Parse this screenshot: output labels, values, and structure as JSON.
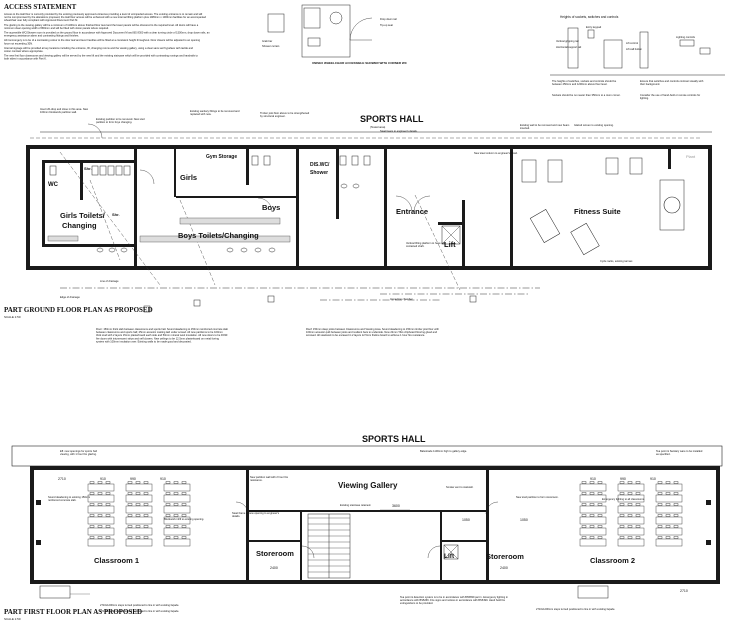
{
  "access_statement": {
    "title": "ACCESS STATEMENT",
    "paragraphs": [
      "Access to the Hall floor is currently provided by the existing previously approved entrances providing a level of unimpeded access. The existing entrance is to remain and will not be compromised by the alterations proposed, the Hall floor access will be enhanced with a new internal lifting platform plus 1980mm x 1000mm facilities for an accompanied wheelchair user fully compliant with Approved Document Part M.",
      "The glazing to the viewing gallery will be a minimum of 1100mm above finished floor level and the lower panels will be obscured to the required level. All doors will have a minimum clear opening width of 800mm and will be fitted with vision panels where required.",
      "The accessible WC/Shower room is provided on the ground floor in accordance with Approved Document M and BS 8300 with a clear turning circle of 1500mm, drop down rails, an emergency assistance alarm and contrasting fittings and finishes.",
      "All ironmongery is to be of a contrasting colour to the door leaf and lever handles will be fitted at a consistent height throughout. Door closers will be adjusted to an opening force not exceeding 30N.",
      "Internal signage will be provided at key locations including the entrance, lift, changing rooms and the viewing gallery, using a clear sans serif typeface with tactile and colour contrast where appropriate.",
      "The new first floor classrooms and viewing gallery will be served by the new lift and the existing staircase which will be provided with contrasting nosings and handrails to both sides in accordance with Part K."
    ]
  },
  "top_center": {
    "caption": "UNISEX WHEELCHAIR ACCESSIBLE SHOWER WITH CORNER WC",
    "labels": [
      "Grab bar",
      "Shower curtain",
      "Drop down rail",
      "Tip-up seat"
    ]
  },
  "right_top": {
    "title": "Heights of sockets, switches and controls",
    "notes": [
      "The heights of switches, sockets and controls should be between 450mm and 1200mm above floor level.",
      "Sockets should be no nearer than 350mm to a room corner.",
      "Ensure that switches and controls contrast visually with their background.",
      "Consider the use of hand-held or remote controls for lighting."
    ],
    "labels": [
      "Vertical gripping rail",
      "Horizontal support rail",
      "Entry keypad",
      "Lift control",
      "Lift call button",
      "Lighting controls"
    ]
  },
  "ground_floor": {
    "hall_title": "SPORTS HALL",
    "hall_sub": "(Tested area)",
    "plan_title": "PART GROUND FLOOR PLAN AS PROPOSED",
    "scale": "SCALE 1:50",
    "rooms": {
      "wc": "WC",
      "shr1": "Shr.",
      "shr2": "Shr.",
      "girls": "Girls",
      "gym_storage": "Gym Storage",
      "girls_toilets": "Girls Toilets/",
      "changing": "Changing",
      "boys": "Boys",
      "dis_wc": "DIS.WC/",
      "shower": "Shower",
      "boys_toilets": "Boys Toilets/Changing",
      "entrance": "Entrance",
      "lift": "Lift",
      "fitness": "Fitness Suite",
      "plant": "Plant"
    },
    "notes": [
      "Insert 20-drop and close in this area. New 100mm blockwork partition wall.",
      "Existing partition to be removed. New stud partition to form boys changing.",
      "Existing sanitary fittings to be removed and replaced with new.",
      "Timber joist floor above to be strengthened by structural engineer.",
      "Steel beam to engineer's details.",
      "Vertical lifting platform to have self contained shaft.",
      "New steel column to engineer's detail.",
      "Existing wall to be removed and new beam inserted.",
      "Glazed screen to existing opening.",
      "Cycle racks, existing tarmac.",
      "Line of drainage",
      "Inspection chamber",
      "Edge of drainage"
    ],
    "spec_left": "Floor: 150mm thick slab between classrooms and sports hall. Sound deadening to 150mm reinforced concrete slab between classrooms and sports hall; 25mm acoustic matting laid under screed. All new partitions to be 100mm thick stud with 2 layers 15mm plasterboard each side and 50mm mineral wool insulation. All new doors to be FD30 fire doors with intumescent strips and self closers. New ceilings to be 12.5mm plasterboard on metal furring system with 100mm insulation over. Existing walls to be made good and decorated.",
    "spec_right": "Roof: 150mm deep joists between Classrooms and Viewing Area. Sound deadening to 150mm timber joist floor with 100mm acoustic quilt between joists and resilient bars to underside. New 22mm T&G chipboard flooring glued and screwed. All steelwork to be encased in 2 layers 12.5mm fireline board to achieve 1 hour fire resistance."
  },
  "first_floor": {
    "hall_title": "SPORTS HALL",
    "plan_title": "PART FIRST FLOOR PLAN AS PROPOSED",
    "scale": "SCALE 1:50",
    "rooms": {
      "viewing": "Viewing Gallery",
      "classroom1": "Classroom 1",
      "classroom2": "Classroom 2",
      "storeroom1": "Storeroom",
      "storeroom2": "Storeroom",
      "lift": "Lift"
    },
    "dims": [
      "2710",
      "910",
      "990",
      "910",
      "3600",
      "1050",
      "910",
      "990",
      "910",
      "2710",
      "2400",
      "2400",
      "1050"
    ],
    "notes": [
      "Eff. new openings for sports hall viewing, with 1 hour fire glazing.",
      "Sound deadening to existing 150mm reinforced concrete slab.",
      "Blockwork infill to existing opening.",
      "Steel frame to new opening to engineer's details.",
      "New partition wall with 2 hour fire resistance.",
      "Balustrade 1100mm high to gallery edge.",
      "Smoke vent to stairwell.",
      "New stud partition to form storeroom.",
      "Existing staircase retained.",
      "Emergency lighting to all classrooms.",
      "Tea point & Sanitary ware to be installed as specified."
    ],
    "bottom_left_notes": [
      "2710x1200mm steps turned positioned to line in with existing façade.",
      "2710x1200mm steps turned positioned to line in with existing façade."
    ],
    "bottom_center_note": "Tea point & detection system is to be in accordance with BS5839 part 1. Emergency lighting in accordance with BS5266. Fire signs and notices in accordance with BS5499. Hand held fire extinguishers to be provided.",
    "bottom_right_note": "2710x1200mm steps turned positioned to line in with existing façade."
  }
}
